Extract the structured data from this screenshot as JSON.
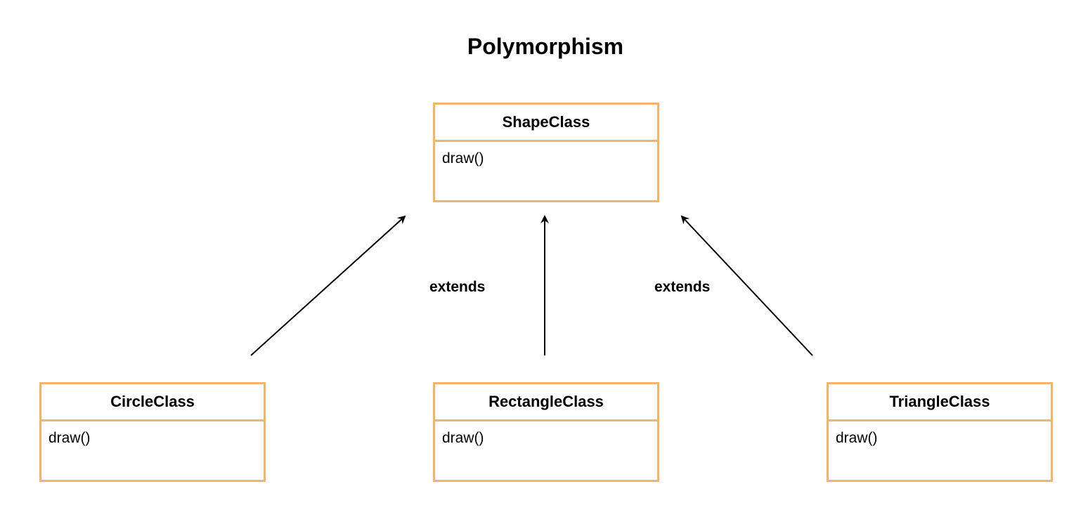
{
  "title": "Polymorphism",
  "classes": {
    "shape": {
      "name": "ShapeClass",
      "method": "draw()"
    },
    "circle": {
      "name": "CircleClass",
      "method": "draw()"
    },
    "rectangle": {
      "name": "RectangleClass",
      "method": "draw()"
    },
    "triangle": {
      "name": "TriangleClass",
      "method": "draw()"
    }
  },
  "edge_labels": {
    "left": "extends",
    "right": "extends"
  },
  "colors": {
    "box_border": "#f7b26b",
    "arrow": "#000000"
  }
}
